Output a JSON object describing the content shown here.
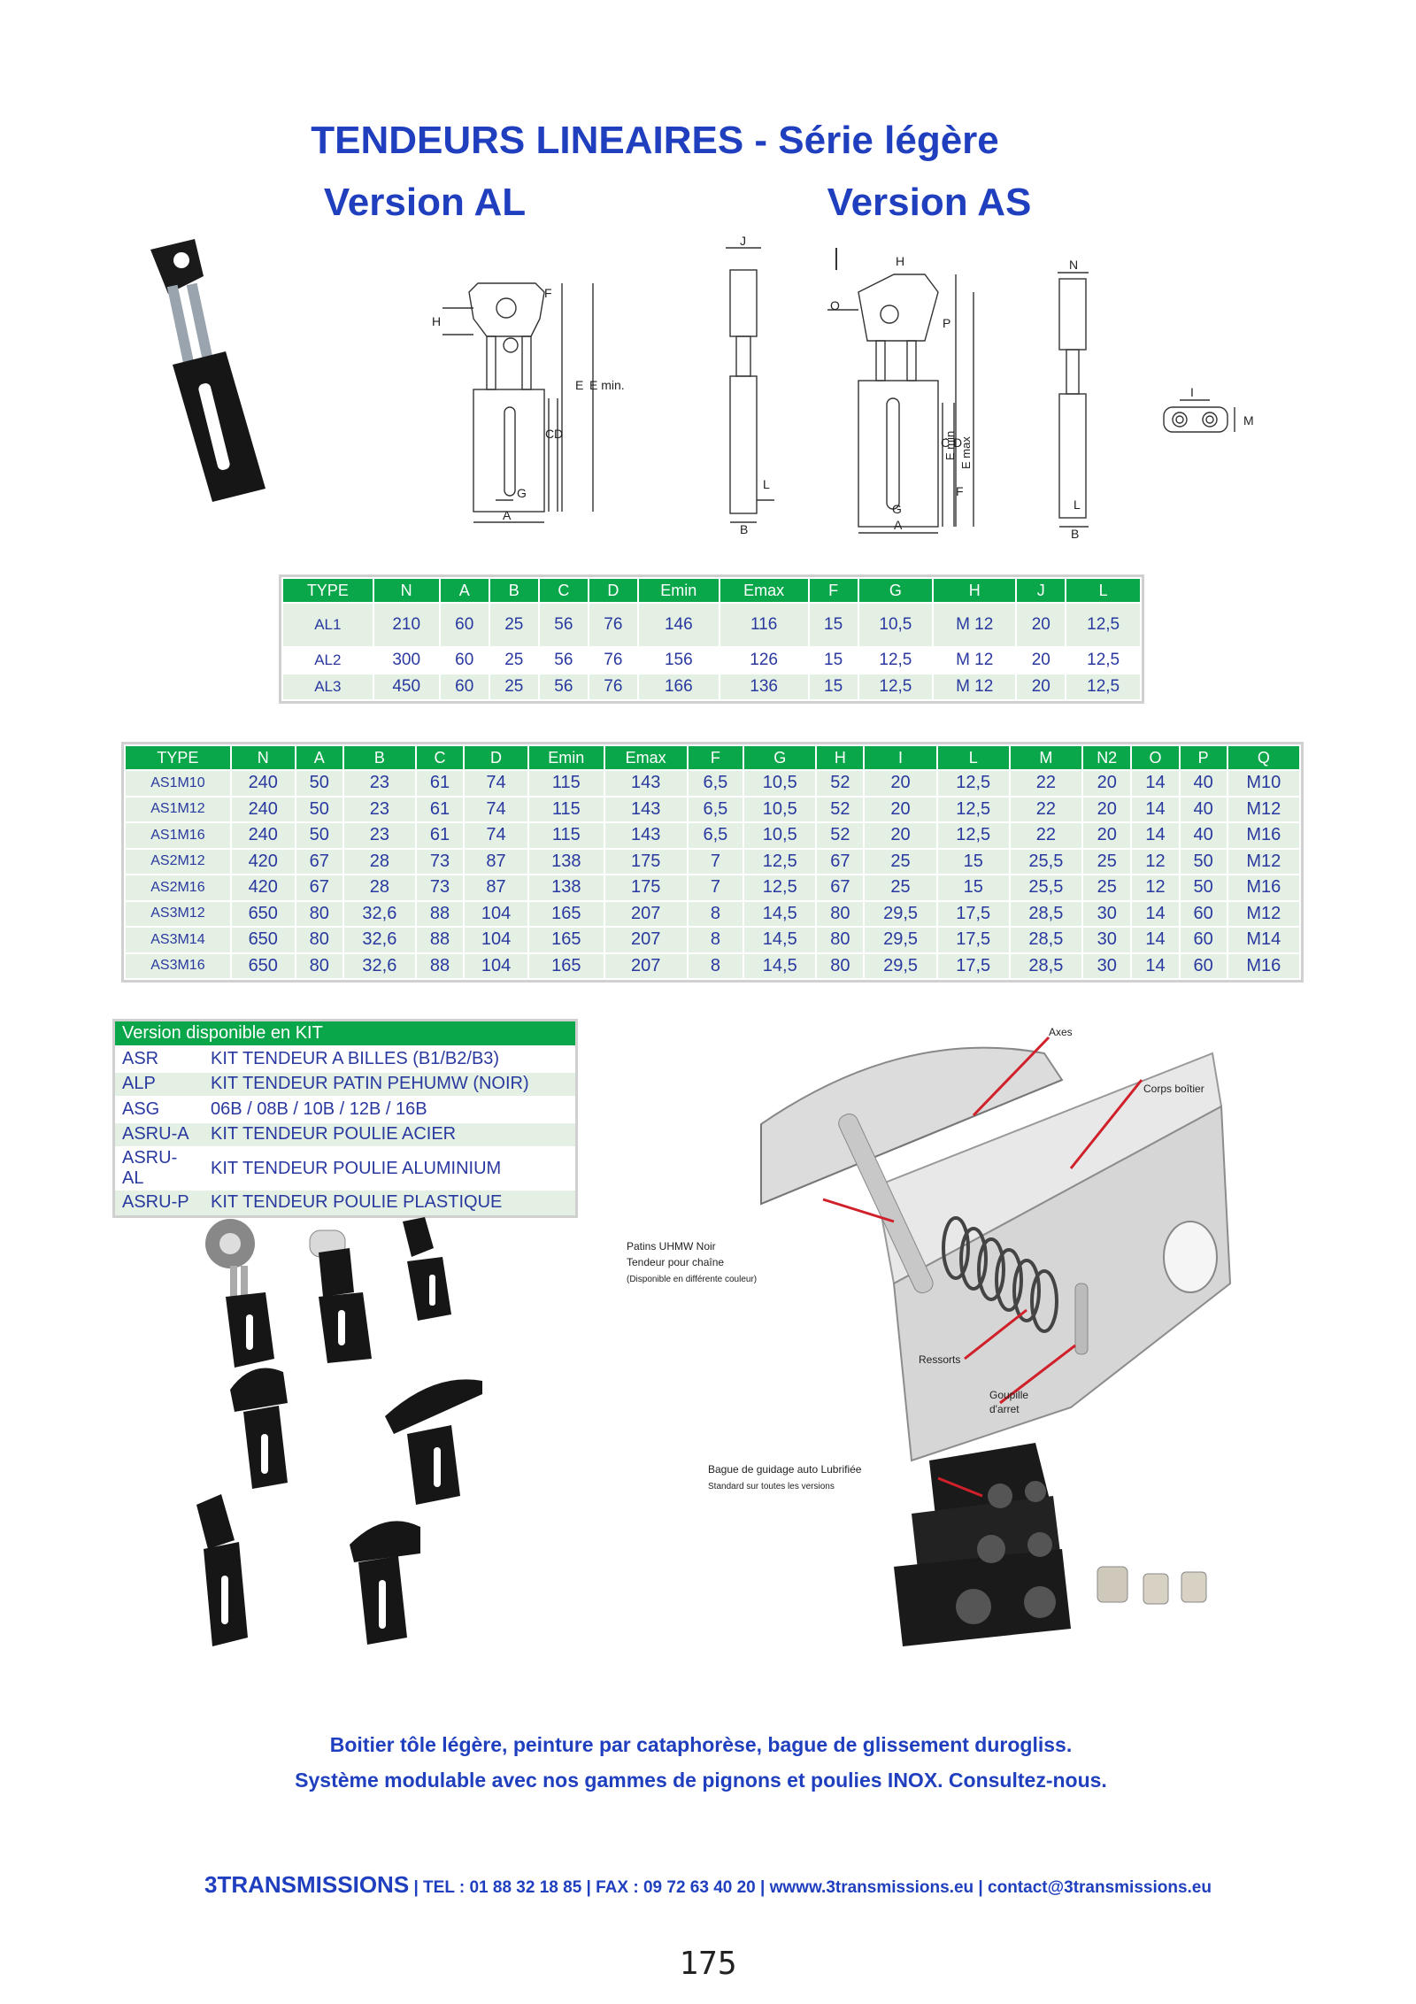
{
  "title": "TENDEURS LINEAIRES - Série légère",
  "subtitle_left": "Version AL",
  "subtitle_right": "Version AS",
  "drawing_labels": {
    "al_front": [
      "H",
      "F",
      "E",
      "E min.",
      "C",
      "D",
      "G",
      "A"
    ],
    "al_side": [
      "J",
      "L",
      "B"
    ],
    "as_front": [
      "H",
      "O",
      "P",
      "E min",
      "E max",
      "C",
      "D",
      "F",
      "G",
      "A"
    ],
    "as_side": [
      "N",
      "L",
      "B"
    ],
    "as_top": [
      "I",
      "M"
    ]
  },
  "table_al": {
    "headers": [
      "TYPE",
      "N",
      "A",
      "B",
      "C",
      "D",
      "Emin",
      "Emax",
      "F",
      "G",
      "H",
      "J",
      "L"
    ],
    "rows": [
      [
        "AL1",
        "210",
        "60",
        "25",
        "56",
        "76",
        "146",
        "116",
        "15",
        "10,5",
        "M 12",
        "20",
        "12,5"
      ],
      [
        "AL2",
        "300",
        "60",
        "25",
        "56",
        "76",
        "156",
        "126",
        "15",
        "12,5",
        "M 12",
        "20",
        "12,5"
      ],
      [
        "AL3",
        "450",
        "60",
        "25",
        "56",
        "76",
        "166",
        "136",
        "15",
        "12,5",
        "M 12",
        "20",
        "12,5"
      ]
    ]
  },
  "table_as": {
    "headers": [
      "TYPE",
      "N",
      "A",
      "B",
      "C",
      "D",
      "Emin",
      "Emax",
      "F",
      "G",
      "H",
      "I",
      "L",
      "M",
      "N2",
      "O",
      "P",
      "Q"
    ],
    "rows": [
      [
        "AS1M10",
        "240",
        "50",
        "23",
        "61",
        "74",
        "115",
        "143",
        "6,5",
        "10,5",
        "52",
        "20",
        "12,5",
        "22",
        "20",
        "14",
        "40",
        "M10"
      ],
      [
        "AS1M12",
        "240",
        "50",
        "23",
        "61",
        "74",
        "115",
        "143",
        "6,5",
        "10,5",
        "52",
        "20",
        "12,5",
        "22",
        "20",
        "14",
        "40",
        "M12"
      ],
      [
        "AS1M16",
        "240",
        "50",
        "23",
        "61",
        "74",
        "115",
        "143",
        "6,5",
        "10,5",
        "52",
        "20",
        "12,5",
        "22",
        "20",
        "14",
        "40",
        "M16"
      ],
      [
        "AS2M12",
        "420",
        "67",
        "28",
        "73",
        "87",
        "138",
        "175",
        "7",
        "12,5",
        "67",
        "25",
        "15",
        "25,5",
        "25",
        "12",
        "50",
        "M12"
      ],
      [
        "AS2M16",
        "420",
        "67",
        "28",
        "73",
        "87",
        "138",
        "175",
        "7",
        "12,5",
        "67",
        "25",
        "15",
        "25,5",
        "25",
        "12",
        "50",
        "M16"
      ],
      [
        "AS3M12",
        "650",
        "80",
        "32,6",
        "88",
        "104",
        "165",
        "207",
        "8",
        "14,5",
        "80",
        "29,5",
        "17,5",
        "28,5",
        "30",
        "14",
        "60",
        "M12"
      ],
      [
        "AS3M14",
        "650",
        "80",
        "32,6",
        "88",
        "104",
        "165",
        "207",
        "8",
        "14,5",
        "80",
        "29,5",
        "17,5",
        "28,5",
        "30",
        "14",
        "60",
        "M14"
      ],
      [
        "AS3M16",
        "650",
        "80",
        "32,6",
        "88",
        "104",
        "165",
        "207",
        "8",
        "14,5",
        "80",
        "29,5",
        "17,5",
        "28,5",
        "30",
        "14",
        "60",
        "M16"
      ]
    ]
  },
  "kit": {
    "header": "Version disponible en KIT",
    "rows": [
      [
        "ASR",
        "KIT TENDEUR A BILLES (B1/B2/B3)"
      ],
      [
        "ALP",
        "KIT TENDEUR PATIN PEHUMW (NOIR)"
      ],
      [
        "ASG",
        "06B / 08B / 10B / 12B / 16B"
      ],
      [
        "ASRU-A",
        "KIT TENDEUR POULIE ACIER"
      ],
      [
        "ASRU-AL",
        "KIT TENDEUR POULIE ALUMINIUM"
      ],
      [
        "ASRU-P",
        "KIT TENDEUR POULIE PLASTIQUE"
      ]
    ]
  },
  "exploded_labels": {
    "axes": "Axes",
    "corps": "Corps boîtier",
    "patins_1": "Patins UHMW Noir",
    "patins_2": "Tendeur pour chaîne",
    "patins_3": "(Disponible en différente couleur)",
    "ressorts": "Ressorts",
    "goupille_1": "Goupille",
    "goupille_2": "d'arret",
    "bague_1": "Bague de guidage auto Lubrifiée",
    "bague_2": "Standard sur toutes les versions"
  },
  "bottom_line_1": "Boitier tôle légère, peinture par cataphorèse, bague de glissement durogliss.",
  "bottom_line_2": "Système modulable avec nos gammes de pignons et poulies INOX. Consultez-nous.",
  "footer": {
    "brand": "3TRANSMISSIONS",
    "contact": " | TEL : 01 88 32 18 85 | FAX : 09 72 63 40 20 | wwww.3transmissions.eu | contact@3transmissions.eu"
  },
  "page_number": "175",
  "colors": {
    "title_blue": "#1f3fbf",
    "header_green": "#0aa64a",
    "row_green": "#e3f0e3",
    "arrow_red": "#d0202a"
  }
}
